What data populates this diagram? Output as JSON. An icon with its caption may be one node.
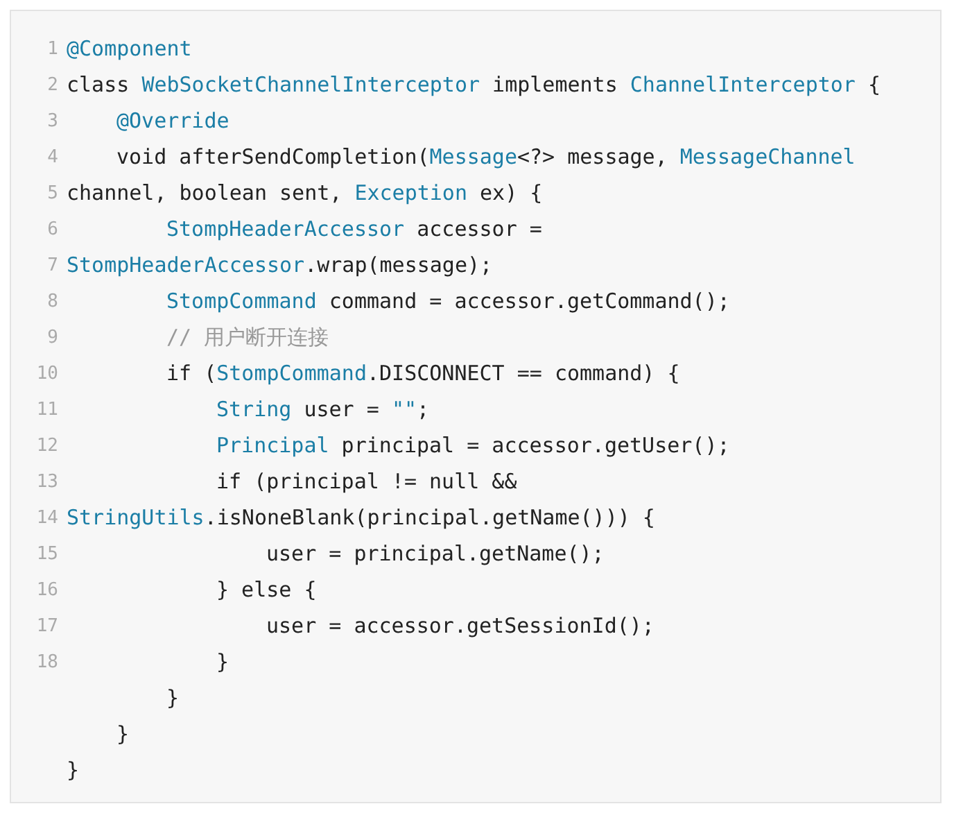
{
  "diagram": {
    "labels": [
      "1",
      "@Component",
      "2",
      "class WebSocketChannelInterceptor implements ChannelInterceptor {",
      "3",
      "@Override",
      "4",
      "void afterSendCompletion(Message<?> message, MessageChannel",
      "5",
      "channel, boolean sent, Exception ex) {",
      "6",
      "StompHeaderAccessor accessor =",
      "7",
      "StompHeaderAccessor.wrap(message);",
      "8",
      "StompCommand command = accessor.getCommand();",
      "9",
      "// 用户断开连接",
      "10",
      "if (StompCommand.DISCONNECT == command) {",
      "11",
      "String user = \"\";",
      "12",
      "Principal principal = accessor.getUser();",
      "13",
      "if (principal != null &&",
      "14",
      "StringUtils.isNoneBlank(principal.getName())) {",
      "15",
      "user = principal.getName();",
      "16",
      "} else {",
      "17",
      "user = accessor.getSessionId();",
      "18",
      "}",
      "}",
      "}",
      "}"
    ]
  }
}
